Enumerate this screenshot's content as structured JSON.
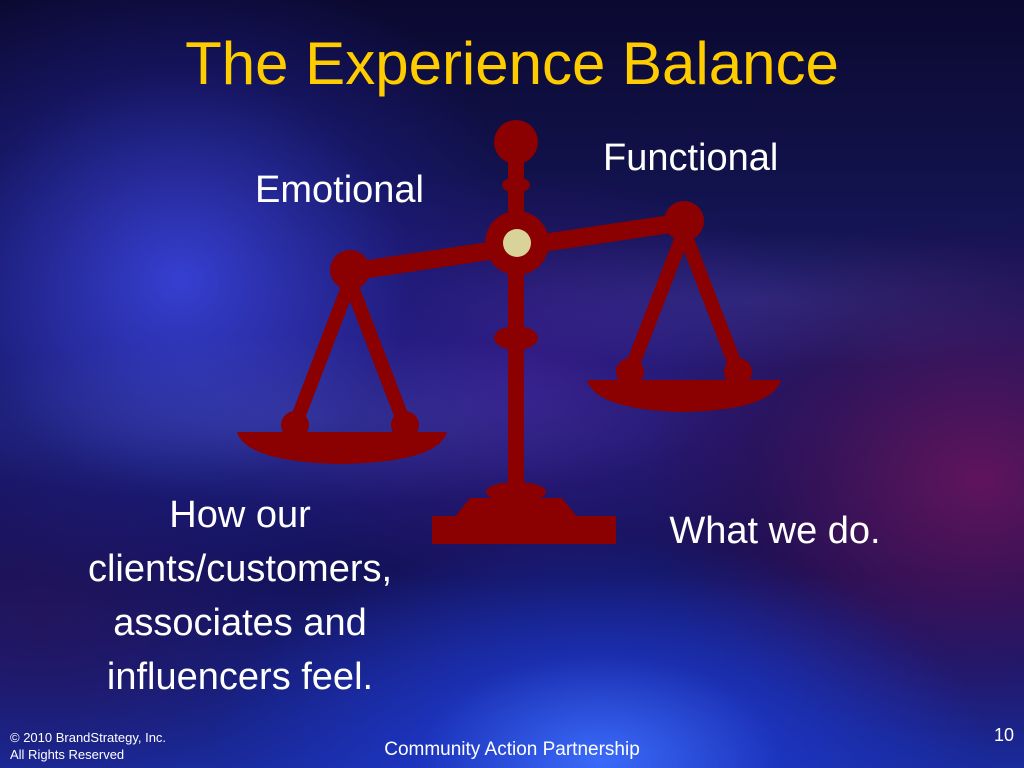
{
  "slide": {
    "title": "The Experience Balance",
    "left_label": "Emotional",
    "right_label": "Functional",
    "left_caption": "How our clients/customers, associates and influencers feel.",
    "right_caption": "What we do.",
    "footer_copyright": "© 2010 BrandStrategy, Inc.",
    "footer_rights": "All Rights Reserved",
    "footer_center": "Community Action Partnership",
    "slide_number": "10"
  },
  "colors": {
    "title": "#ffcc00",
    "scale": "#8b0000",
    "pivot": "#d9d39a",
    "text": "#ffffff"
  },
  "icons": {
    "scale": "balance-scale-icon"
  }
}
